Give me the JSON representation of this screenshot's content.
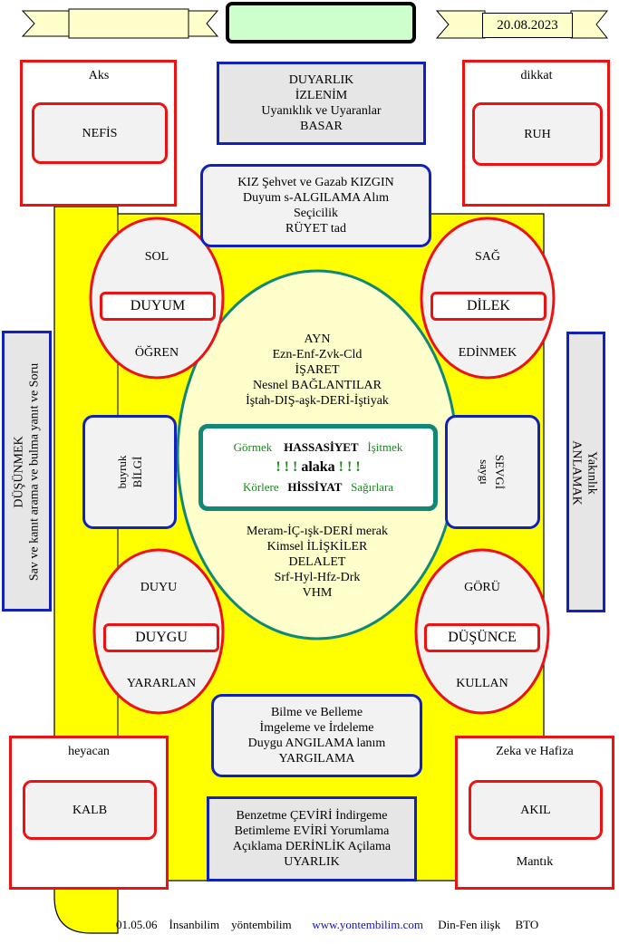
{
  "header": {
    "date": "20.08.2023"
  },
  "corners": {
    "top_left": {
      "label": "Aks",
      "inner": "NEFİS"
    },
    "top_right": {
      "label": "dikkat",
      "inner": "RUH"
    },
    "bottom_left": {
      "label": "heyacan",
      "inner": "KALB"
    },
    "bottom_right": {
      "label": "Zeka ve Hafiza",
      "inner": "AKIL",
      "sub": "Mantık"
    }
  },
  "top_box": {
    "lines": [
      "DUYARLIK",
      "İZLENİM",
      "Uyanıklık ve Uyaranlar",
      "BASAR"
    ]
  },
  "upper_box": {
    "lines": [
      "KIZ Şehvet ve Gazab KIZGIN",
      "Duyum s-ALGILAMA Alım",
      "Seçicilik",
      "RÜYET tad"
    ]
  },
  "lower_box": {
    "lines": [
      "Bilme ve Belleme",
      "İmgeleme ve İrdeleme",
      "Duygu  ANGILAMA  lanım",
      "YARGILAMA"
    ]
  },
  "bottom_box": {
    "lines": [
      "Benzetme ÇEVİRİ İndirgeme",
      "Betimleme EVİRİ Yorumlama",
      "Açıklama DERİNLİK Açilama",
      "UYARLIK"
    ]
  },
  "ovals": {
    "top_left": {
      "top": "SOL",
      "inner": "DUYUM",
      "bottom": "ÖĞREN"
    },
    "top_right": {
      "top": "SAĞ",
      "inner": "DİLEK",
      "bottom": "EDİNMEK"
    },
    "bottom_left": {
      "top": "DUYU",
      "inner": "DUYGU",
      "bottom": "YARARLAN"
    },
    "bottom_right": {
      "top": "GÖRÜ",
      "inner": "DÜŞÜNCE",
      "bottom": "KULLAN"
    }
  },
  "side_boxes": {
    "left": {
      "line1": "buyruk",
      "line2": "BİLGİ"
    },
    "right": {
      "line1": "SEVGİ",
      "line2": "saygı"
    }
  },
  "side_panels": {
    "left": {
      "line1": "DÜŞÜNMEK",
      "line2": "Sav ve kanıt arama ve bulma yanıt ve Soru"
    },
    "right": {
      "line1": "Yakınlık",
      "line2": "ANLAMAK"
    }
  },
  "center": {
    "upper_lines": [
      "AYN",
      "Ezn-Enf-Zvk-Cld",
      "İŞARET",
      "Nesnel BAĞLANTILAR",
      "İştah-DIŞ-aşk-DERİ-İştiyak"
    ],
    "lower_lines": [
      "Meram-İÇ-ışk-DERİ merak",
      "Kimsel İLİŞKİLER",
      "DELALET",
      "Srf-Hyl-Hfz-Drk",
      "VHM"
    ],
    "core": {
      "row1_left": "Görmek",
      "row1_mid": "HASSASİYET",
      "row1_right": "İşitmek",
      "marks_left": "! ! !",
      "marks_mid": "alaka",
      "marks_right": "! ! !",
      "row3_left": "Körlere",
      "row3_mid": "HİSSİYAT",
      "row3_right": "Sağırlara"
    }
  },
  "footer": {
    "date": "01.05.06",
    "name1": "İnsanbilim",
    "name2": "yöntembilim",
    "url": "www.yontembilim.com",
    "tag": "Din-Fen ilişk",
    "code": "BTO"
  },
  "colors": {
    "yellow": "#ffff00",
    "red": "#ee1111",
    "blue": "#1122bb",
    "teal": "#118877",
    "green_text": "#1a8a1a",
    "link": "#1111cc"
  }
}
